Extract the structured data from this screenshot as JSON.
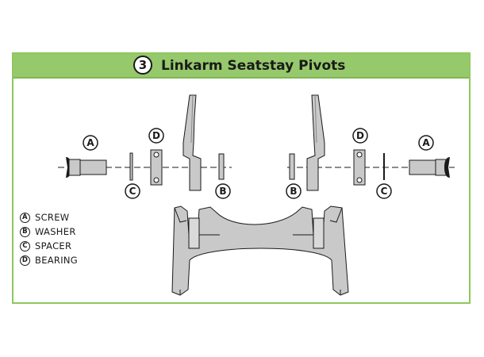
{
  "step": {
    "number": "3",
    "title": "Linkarm Seatstay Pivots"
  },
  "callouts": {
    "left": {
      "screw": "A",
      "spacer": "C",
      "bearing": "D",
      "washer": "B"
    },
    "right": {
      "screw": "A",
      "spacer": "C",
      "bearing": "D",
      "washer": "B"
    }
  },
  "legend": [
    {
      "letter": "A",
      "label": "SCREW"
    },
    {
      "letter": "B",
      "label": "WASHER"
    },
    {
      "letter": "C",
      "label": "SPACER"
    },
    {
      "letter": "D",
      "label": "BEARING"
    }
  ],
  "colors": {
    "header_bg": "#96c96c",
    "border": "#8fc75e",
    "part_fill": "#c9c9c9",
    "line": "#1a1a1a"
  }
}
